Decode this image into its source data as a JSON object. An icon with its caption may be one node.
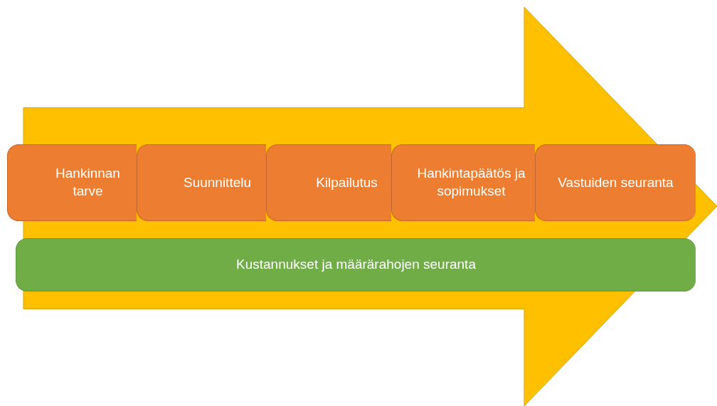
{
  "diagram": {
    "nodes": [
      {
        "text": [
          "Hankinnan tarve"
        ]
      },
      {
        "text": [
          "Suunnittelu"
        ]
      },
      {
        "text": [
          "Kilpailutus"
        ]
      },
      {
        "text": [
          "Hankintapäätös ja sopimukset"
        ]
      },
      {
        "text": [
          "Vastuiden seuranta"
        ]
      },
      {
        "text": [
          "Kustannukset ja määrärahojen seuranta"
        ]
      }
    ],
    "edges": [
      {
        "from": 0,
        "to": 4,
        "arrow": "to",
        "style": "thick",
        "color": "#ffc000"
      }
    ]
  }
}
